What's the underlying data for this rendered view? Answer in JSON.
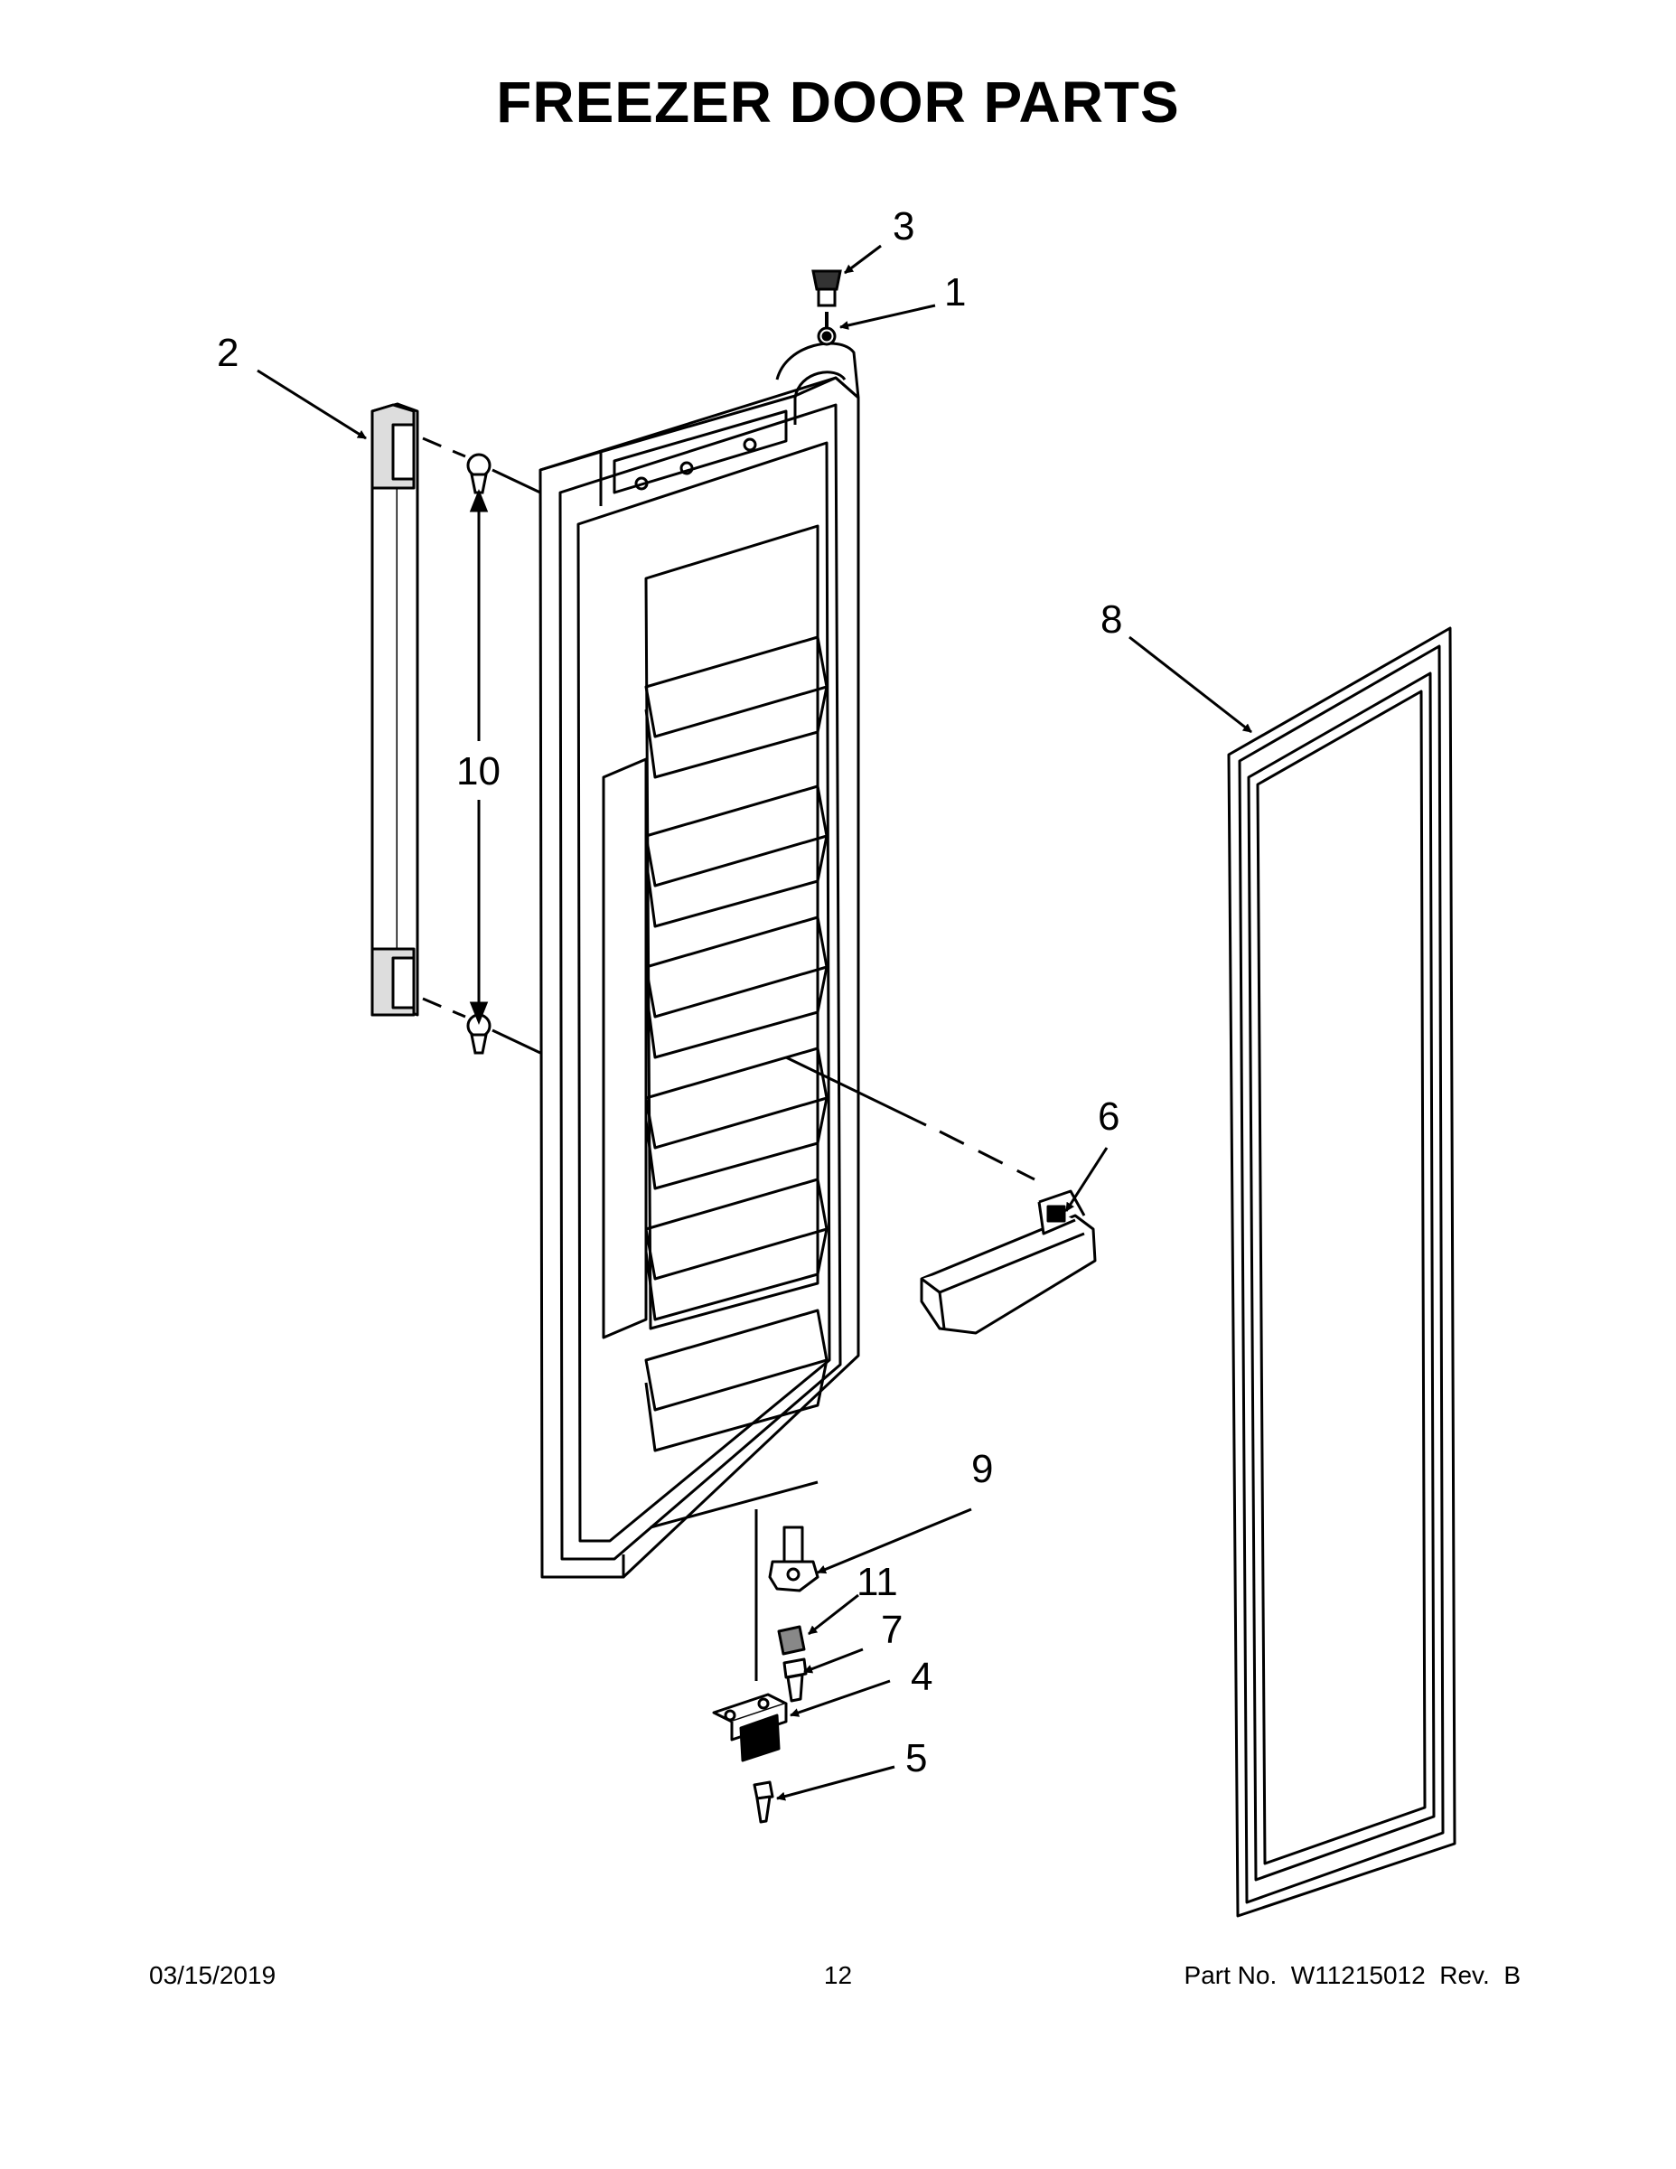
{
  "title": "FREEZER DOOR PARTS",
  "callouts": {
    "c1": "1",
    "c2": "2",
    "c3": "3",
    "c4": "4",
    "c5": "5",
    "c6": "6",
    "c7": "7",
    "c8": "8",
    "c9": "9",
    "c10": "10",
    "c11": "11"
  },
  "footer": {
    "date": "03/15/2019",
    "page": "12",
    "part_no": "Part No.  W11215012  Rev.  B"
  }
}
